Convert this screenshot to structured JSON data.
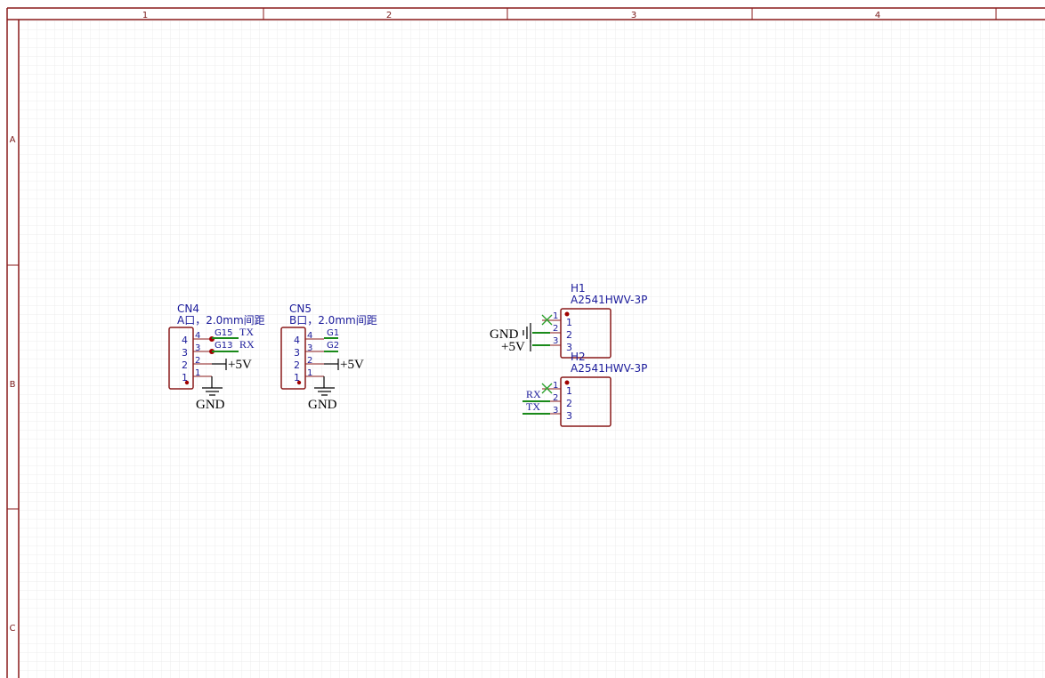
{
  "frame": {
    "columns": [
      "1",
      "2",
      "3",
      "4"
    ],
    "rows": [
      "A",
      "B",
      "C"
    ]
  },
  "cn4": {
    "ref": "CN4",
    "value": "A口，2.0mm间距",
    "pins_outer": [
      "4",
      "3",
      "2",
      "1"
    ],
    "pins_inner": [
      "4",
      "3",
      "2",
      "1"
    ],
    "net_g15": "G15",
    "net_tx": "TX",
    "net_g13": "G13",
    "net_rx": "RX",
    "power_5v": "+5V",
    "gnd": "GND"
  },
  "cn5": {
    "ref": "CN5",
    "value": "B口，2.0mm间距",
    "pins_outer": [
      "4",
      "3",
      "2",
      "1"
    ],
    "pins_inner": [
      "4",
      "3",
      "2",
      "1"
    ],
    "net_g1": "G1",
    "net_g2": "G2",
    "power_5v": "+5V",
    "gnd": "GND"
  },
  "h1": {
    "ref": "H1",
    "value": "A2541HWV-3P",
    "pins_outer": [
      "1",
      "2",
      "3"
    ],
    "pins_inner": [
      "1",
      "2",
      "3"
    ],
    "gnd": "GND",
    "power_5v": "+5V"
  },
  "h2": {
    "ref": "H2",
    "value": "A2541HWV-3P",
    "pins_outer": [
      "1",
      "2",
      "3"
    ],
    "pins_inner": [
      "1",
      "2",
      "3"
    ],
    "net_rx": "RX",
    "net_tx": "TX"
  },
  "colors": {
    "frame": "#8a1a1a",
    "grid": "#e9e9e9",
    "wire": "#1a8a1a",
    "text": "#1a1a9a"
  }
}
